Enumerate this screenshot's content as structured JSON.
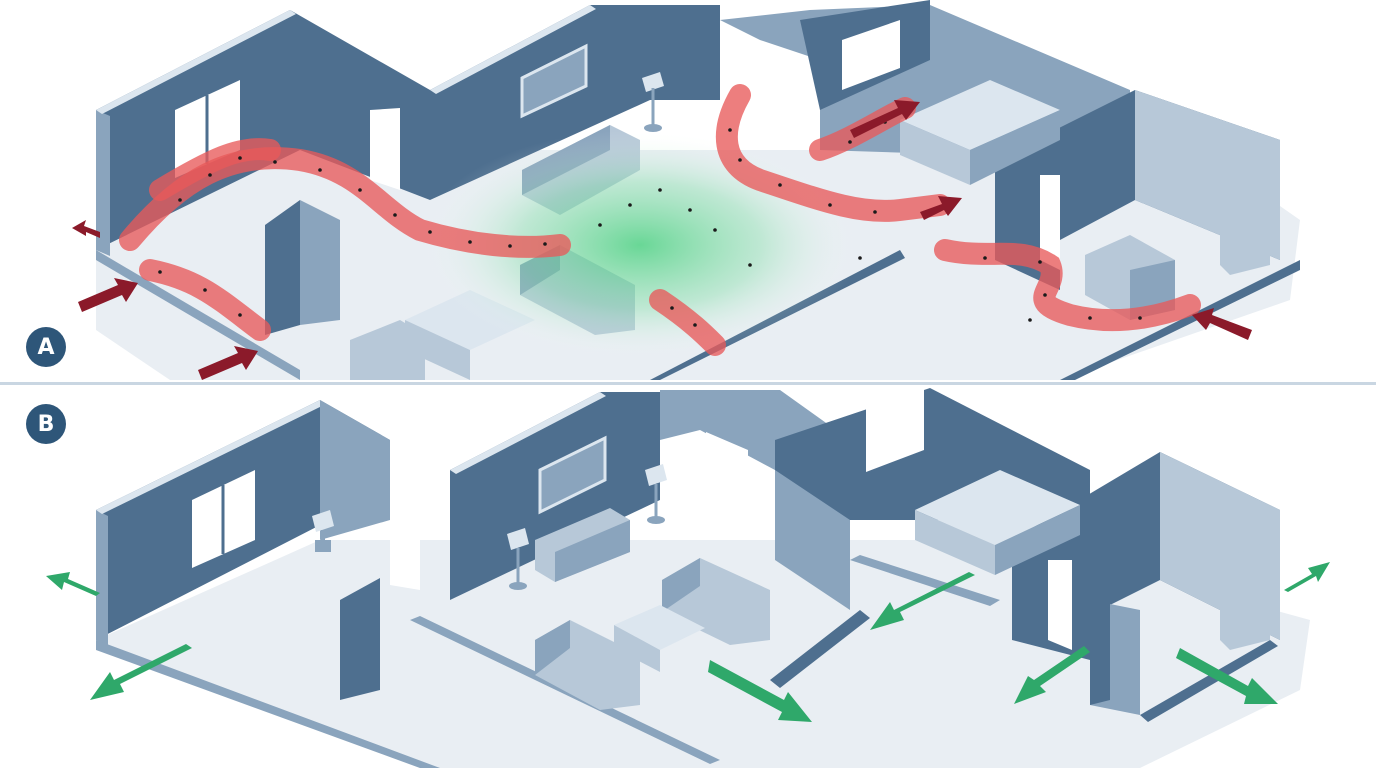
{
  "panels": [
    {
      "label": "A",
      "state": "infested",
      "colors": {
        "trail": "#e85a5a",
        "entry_arrow": "#8b1a2a",
        "attractant": "#3ecf77"
      }
    },
    {
      "label": "B",
      "state": "clear",
      "colors": {
        "exit_arrow": "#2fa86a"
      }
    }
  ],
  "colors": {
    "wall_dark": "#4e6f8f",
    "wall_mid": "#8aa4bd",
    "wall_light": "#b7c8d8",
    "wall_top": "#dce6ef",
    "floor": "#e9eef3",
    "divider": "#c9d6e2",
    "badge": "#2e5679"
  }
}
